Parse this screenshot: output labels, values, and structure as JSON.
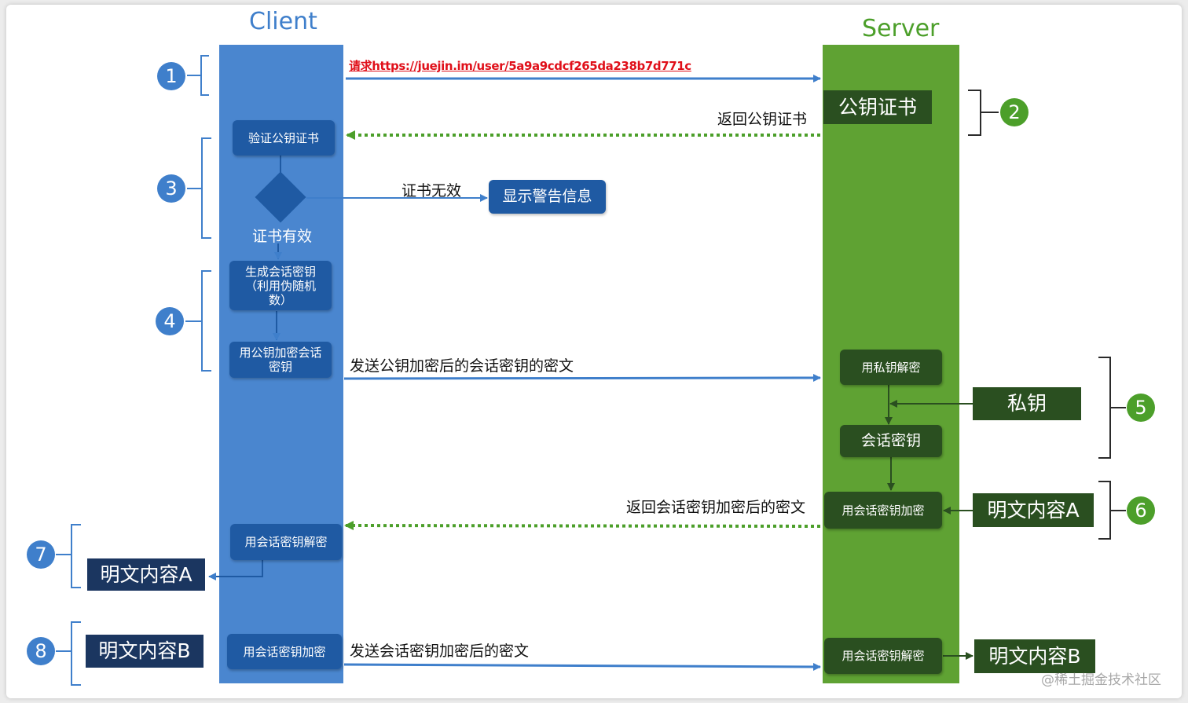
{
  "client": {
    "title": "Client"
  },
  "server": {
    "title": "Server"
  },
  "steps": {
    "s1": "1",
    "s2": "2",
    "s3": "3",
    "s4": "4",
    "s5": "5",
    "s6": "6",
    "s7": "7",
    "s8": "8"
  },
  "request_text": "请求https://juejin.im/user/5a9a9cdcf265da238b7d771c",
  "server_cert_box": "公钥证书",
  "return_cert_label": "返回公钥证书",
  "verify_box": "验证公钥证书",
  "invalid_label": "证书无效",
  "warning_box": "显示警告信息",
  "valid_label": "证书有效",
  "generate_box": "生成会话密钥（利用伪随机数）",
  "encrypt_key_box": "用公钥加密会话密钥",
  "send_encrypted_key_label": "发送公钥加密后的会话密钥的密文",
  "private_decrypt_box": "用私钥解密",
  "private_key_box": "私钥",
  "session_key_box": "会话密钥",
  "return_cipher_label": "返回会话密钥加密后的密文",
  "server_encrypt_box": "用会话密钥加密",
  "plaintext_a_server": "明文内容A",
  "client_decrypt_box": "用会话密钥解密",
  "plaintext_a_client": "明文内容A",
  "plaintext_b_client": "明文内容B",
  "client_encrypt_box": "用会话密钥加密",
  "send_cipher_label": "发送会话密钥加密后的密文",
  "server_decrypt_box": "用会话密钥解密",
  "plaintext_b_server": "明文内容B",
  "watermark": "@稀土掘金技术社区",
  "colors": {
    "client_lane": "#4a86cf",
    "server_lane": "#5fa233",
    "client_box": "#1f5aa3",
    "server_box": "#2a4f20",
    "navy_box": "#1b3660",
    "request_red": "#e0101a",
    "arrow_blue": "#3f7fcb",
    "arrow_green_dotted": "#4c9f2a"
  }
}
